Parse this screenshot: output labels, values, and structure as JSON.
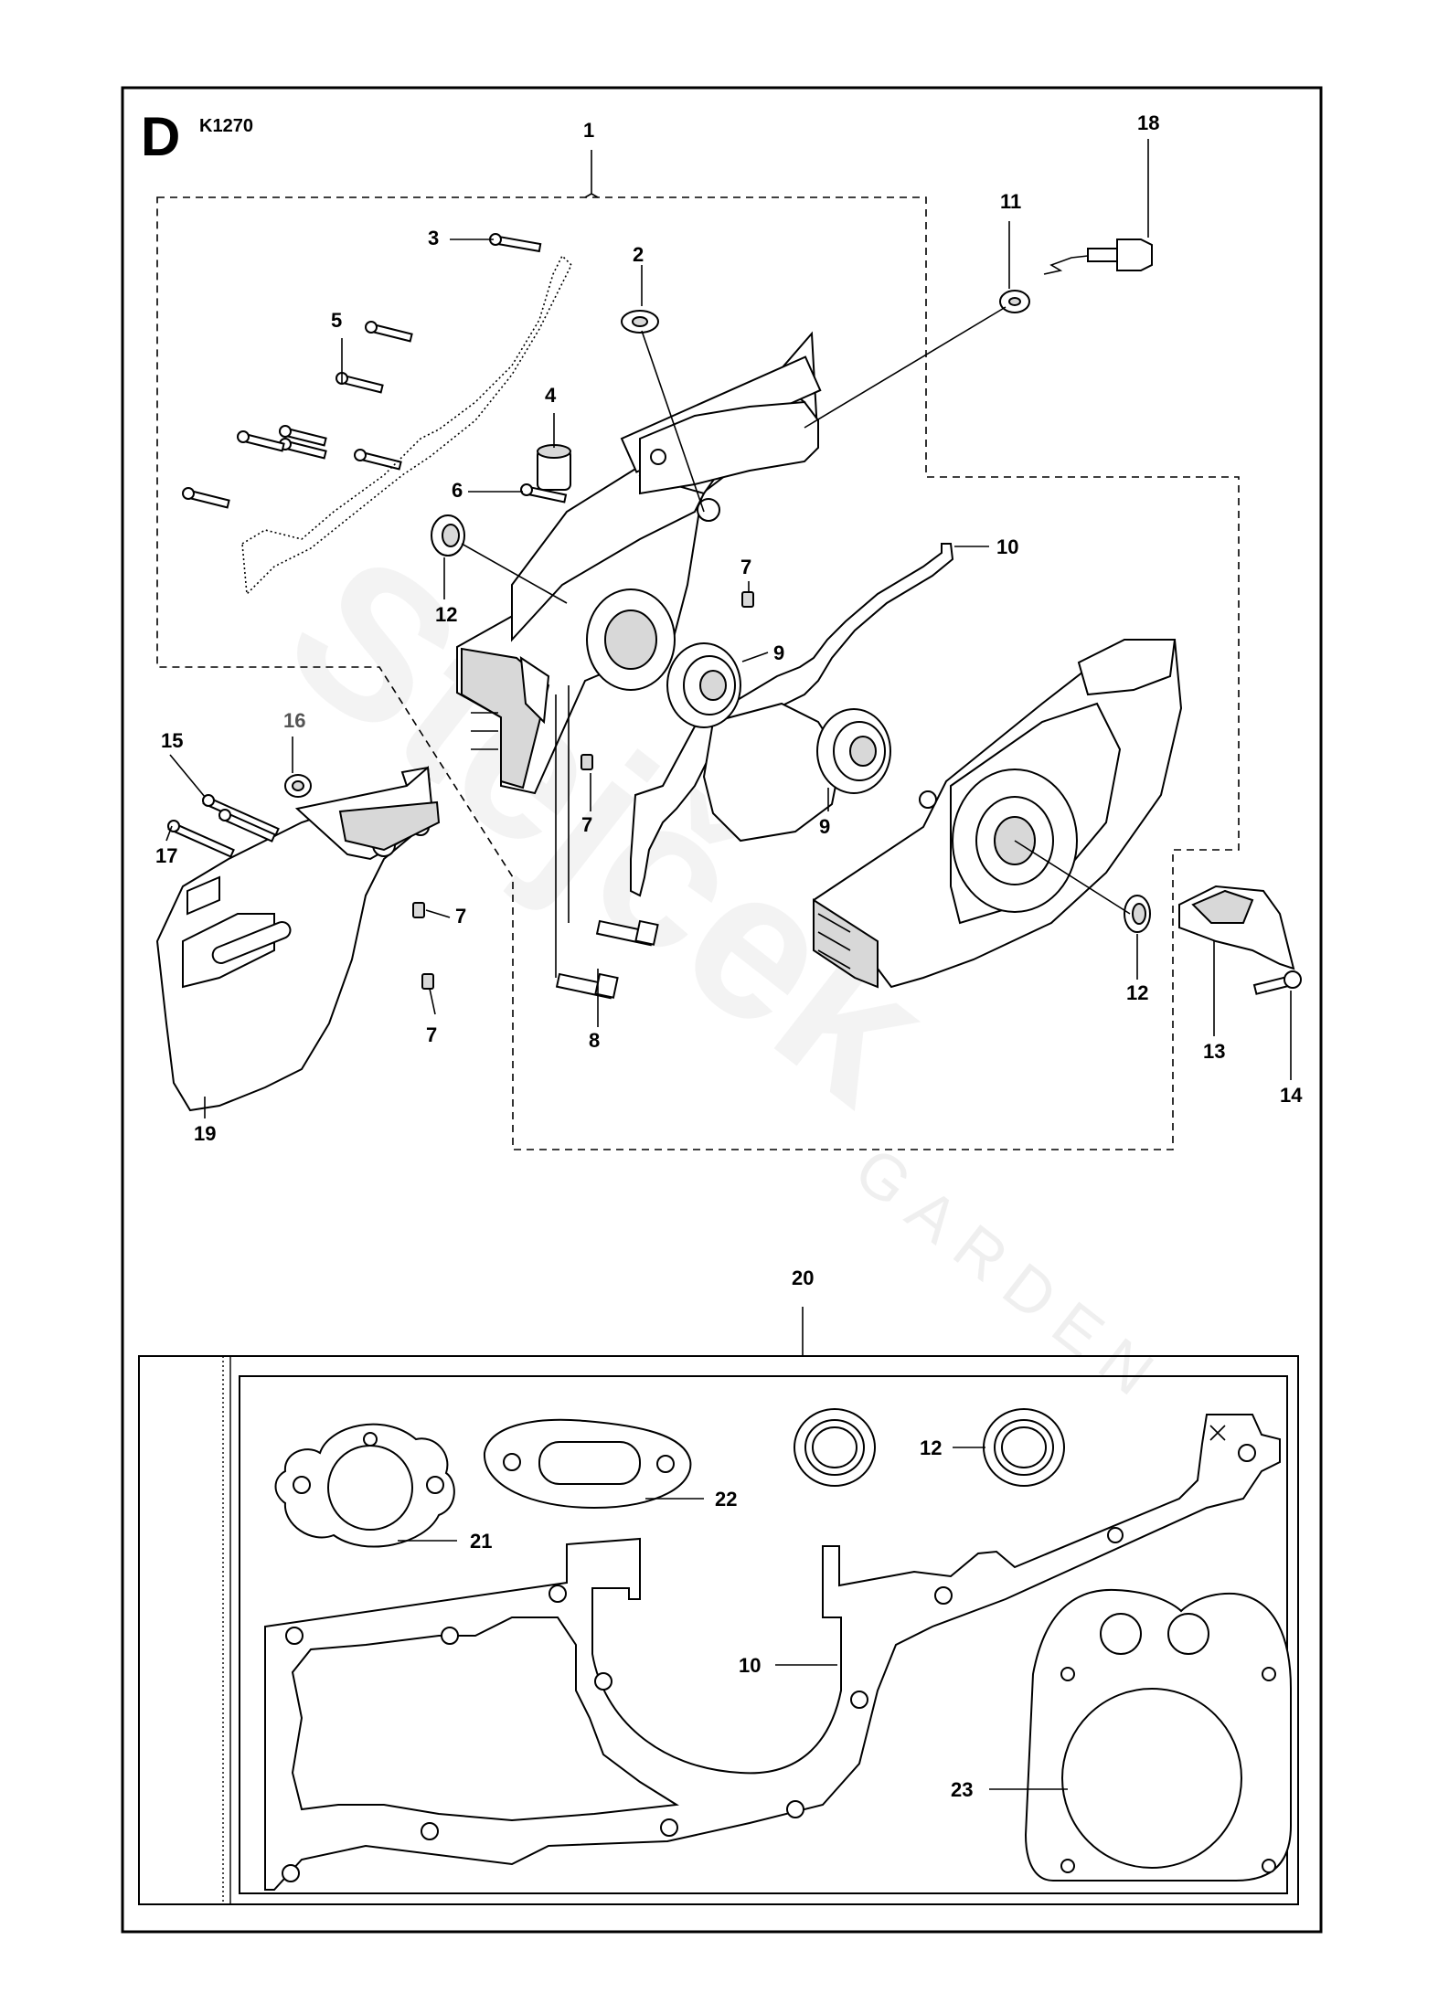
{
  "section": {
    "letter": "D",
    "model": "K1270"
  },
  "callouts": {
    "c1": "1",
    "c2": "2",
    "c3": "3",
    "c4": "4",
    "c5": "5",
    "c6": "6",
    "c7a": "7",
    "c7b": "7",
    "c7c": "7",
    "c7d": "7",
    "c8": "8",
    "c9a": "9",
    "c9b": "9",
    "c10a": "10",
    "c10b": "10",
    "c11": "11",
    "c12a": "12",
    "c12b": "12",
    "c12c": "12",
    "c13": "13",
    "c14": "14",
    "c15": "15",
    "c16": "16",
    "c17": "17",
    "c18": "18",
    "c19": "19",
    "c20": "20",
    "c21": "21",
    "c22": "22",
    "c23": "23"
  },
  "watermark": {
    "brand": "Stejček",
    "sub": "GARDEN"
  }
}
